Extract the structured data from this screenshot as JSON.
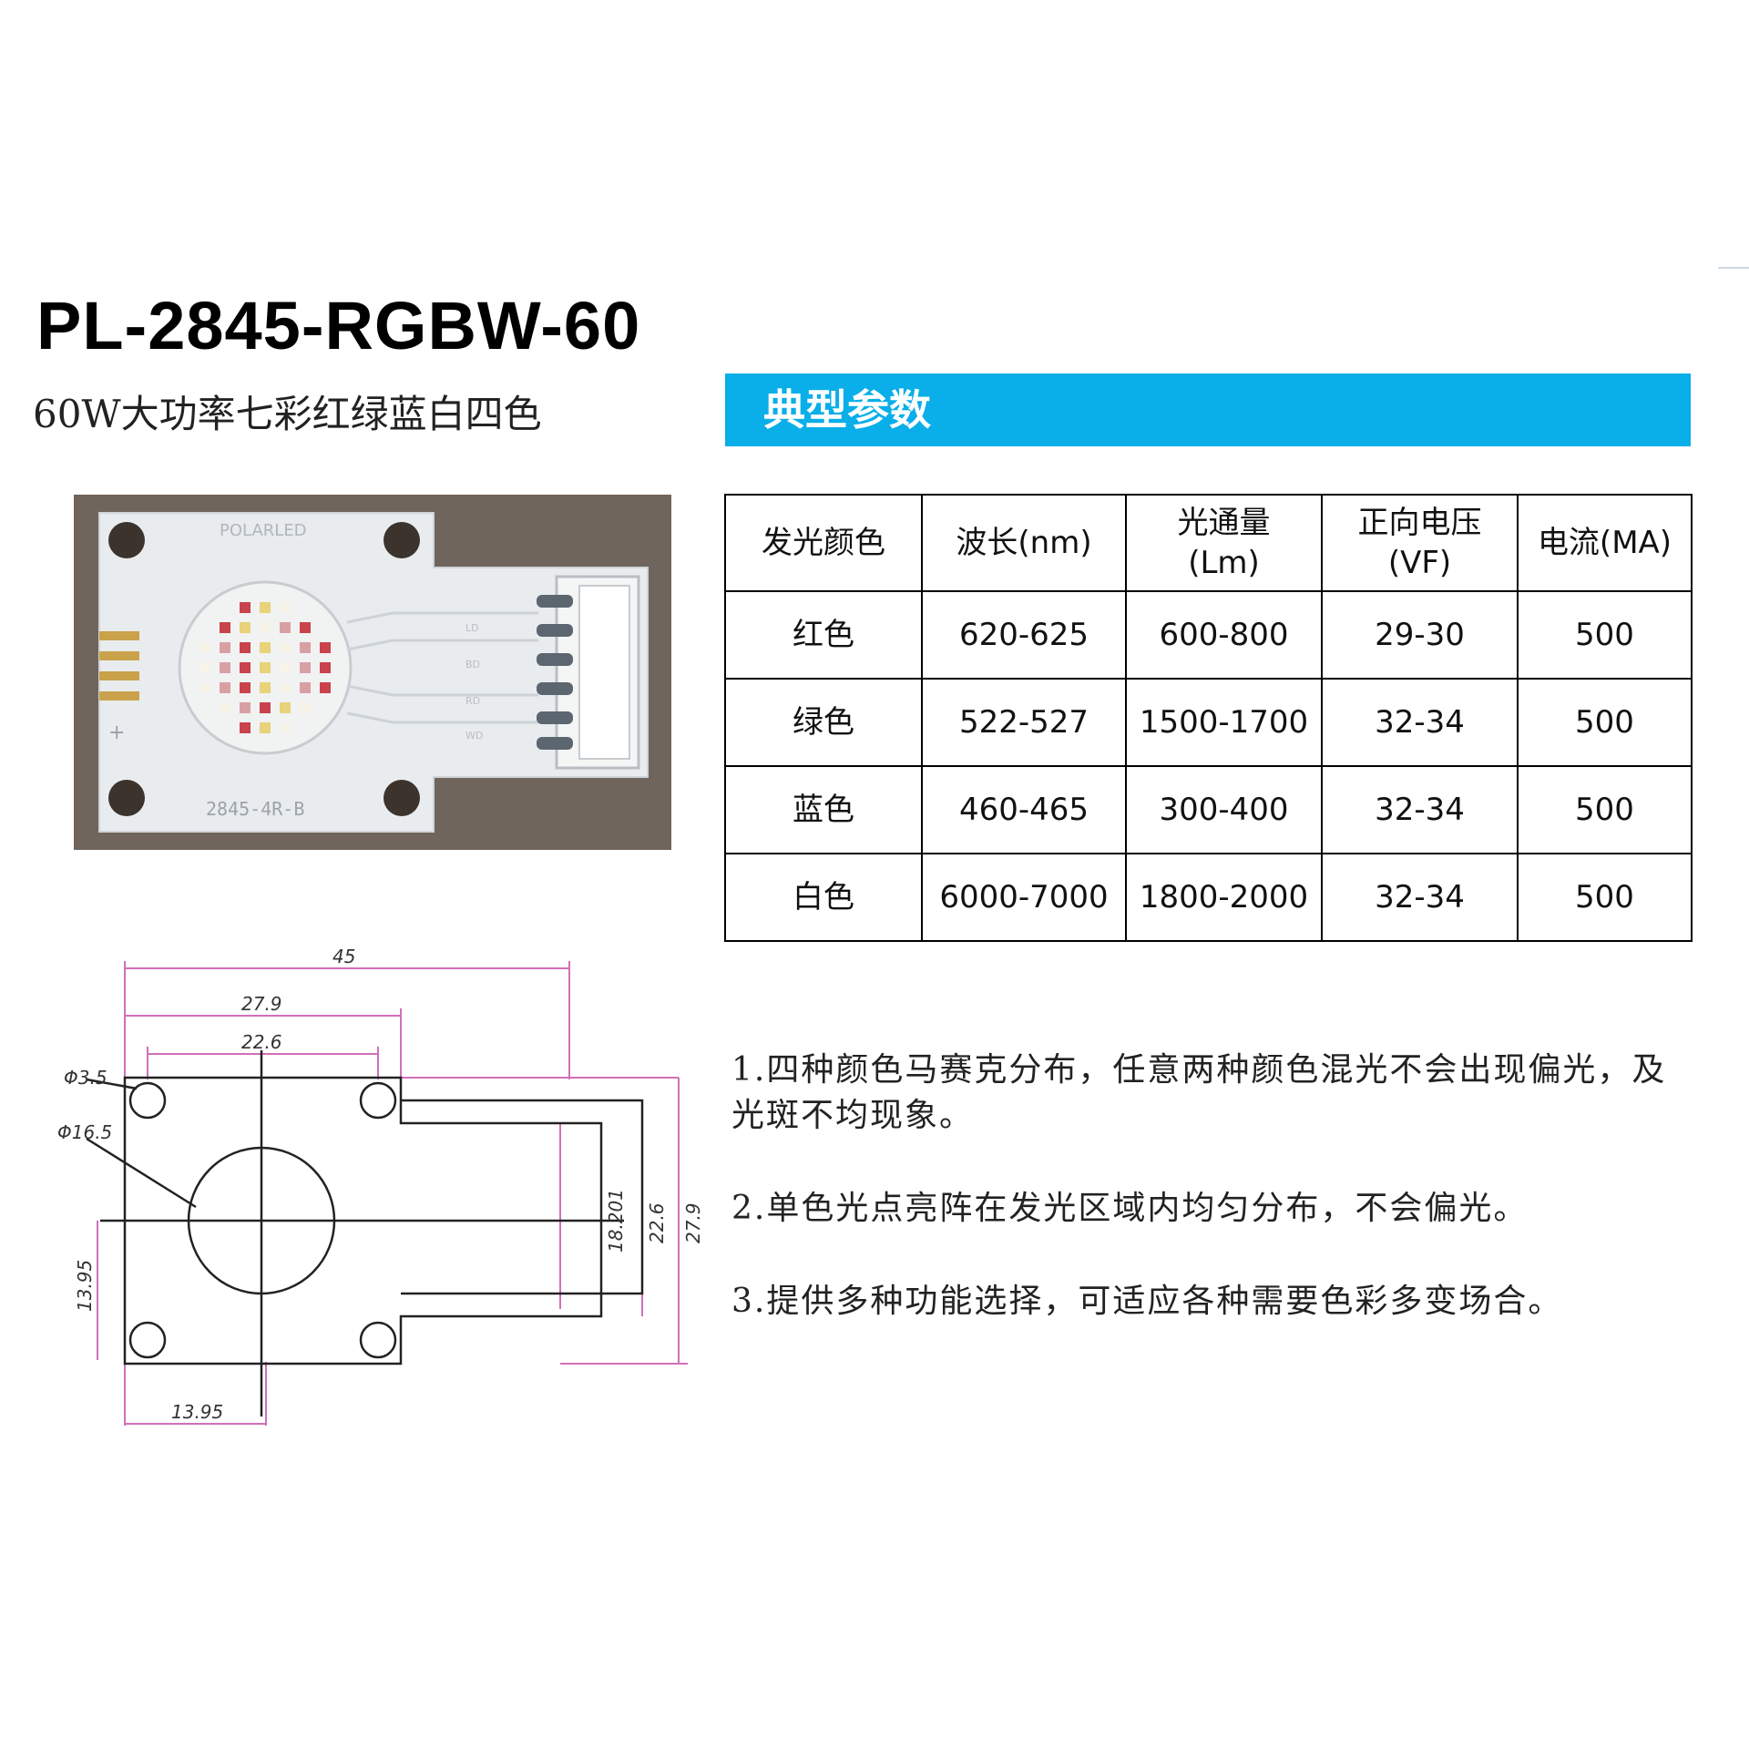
{
  "product": {
    "model": "PL-2845-RGBW-60",
    "subtitle": "60W大功率七彩红绿蓝白四色"
  },
  "section_title": "典型参数",
  "photo": {
    "board_brand": "POLARLED",
    "board_part": "2845-4R-B",
    "pad_labels": [
      "LD",
      "BD",
      "RD",
      "WD"
    ],
    "plus_mark": "+"
  },
  "drawing": {
    "dims": [
      "45",
      "27.9",
      "22.6",
      "Φ3.5",
      "Φ16.5",
      "18.201",
      "22.6",
      "27.9",
      "13.95",
      "13.95"
    ]
  },
  "table": {
    "headers": [
      {
        "line1": "发光颜色",
        "line2": ""
      },
      {
        "line1": "波长(nm)",
        "line2": ""
      },
      {
        "line1": "光通量",
        "line2": "(Lm)"
      },
      {
        "line1": "正向电压",
        "line2": "(VF)"
      },
      {
        "line1": "电流(MA)",
        "line2": ""
      }
    ],
    "rows": [
      {
        "color": "红色",
        "wavelength": "620-625",
        "flux": "600-800",
        "voltage": "29-30",
        "current": "500"
      },
      {
        "color": "绿色",
        "wavelength": "522-527",
        "flux": "1500-1700",
        "voltage": "32-34",
        "current": "500"
      },
      {
        "color": "蓝色",
        "wavelength": "460-465",
        "flux": "300-400",
        "voltage": "32-34",
        "current": "500"
      },
      {
        "color": "白色",
        "wavelength": "6000-7000",
        "flux": "1800-2000",
        "voltage": "32-34",
        "current": "500"
      }
    ]
  },
  "notes": [
    "1.四种颜色马赛克分布，任意两种颜色混光不会出现偏光，及光斑不均现象。",
    "2.单色光点亮阵在发光区域内均匀分布，不会偏光。",
    "3.提供多种功能选择，可适应各种需要色彩多变场合。"
  ],
  "colors": {
    "banner": "#0aaee8",
    "dimension_lines": "#d070b8"
  }
}
